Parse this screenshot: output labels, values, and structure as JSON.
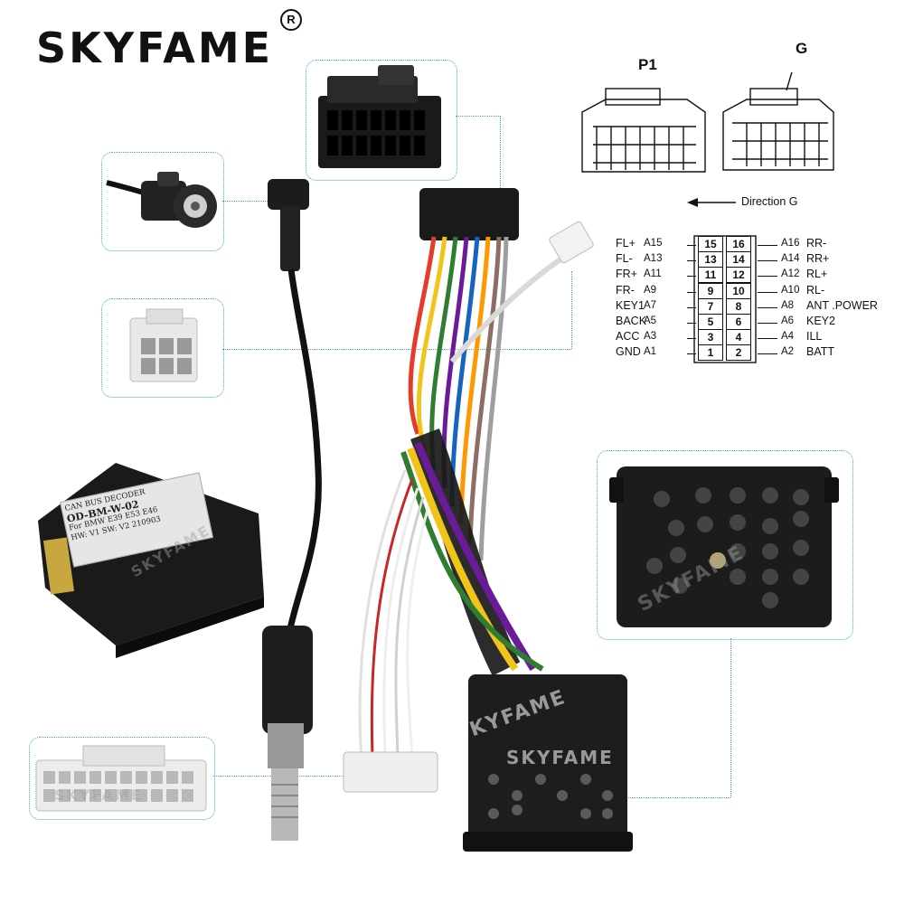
{
  "brand": {
    "name": "SKYFAME",
    "registered_mark": "R",
    "watermark": "SKYFAME"
  },
  "colors": {
    "callout_border": "#3fa6d8",
    "connector_black": "#1a1a1a",
    "connector_white": "#eeeeee"
  },
  "diagram": {
    "p1_label": "P1",
    "g_label": "G",
    "direction_label": "Direction G",
    "pins": [
      {
        "left_label": "FL+",
        "left_code": "A15",
        "left_num": "15",
        "right_num": "16",
        "right_code": "A16",
        "right_label": "RR-"
      },
      {
        "left_label": "FL-",
        "left_code": "A13",
        "left_num": "13",
        "right_num": "14",
        "right_code": "A14",
        "right_label": "RR+"
      },
      {
        "left_label": "FR+",
        "left_code": "A11",
        "left_num": "11",
        "right_num": "12",
        "right_code": "A12",
        "right_label": "RL+"
      },
      {
        "left_label": "FR-",
        "left_code": "A9",
        "left_num": "9",
        "right_num": "10",
        "right_code": "A10",
        "right_label": "RL-"
      },
      {
        "left_label": "KEY1",
        "left_code": "A7",
        "left_num": "7",
        "right_num": "8",
        "right_code": "A8",
        "right_label": "ANT .POWER"
      },
      {
        "left_label": "BACK",
        "left_code": "A5",
        "left_num": "5",
        "right_num": "6",
        "right_code": "A6",
        "right_label": "KEY2"
      },
      {
        "left_label": "ACC",
        "left_code": "A3",
        "left_num": "3",
        "right_num": "4",
        "right_code": "A4",
        "right_label": "ILL"
      },
      {
        "left_label": "GND",
        "left_code": "A1",
        "left_num": "1",
        "right_num": "2",
        "right_code": "A2",
        "right_label": "BATT"
      }
    ]
  },
  "decoder": {
    "line1": "CAN BUS DECODER",
    "line2": "OD-BM-W-02",
    "line3": "For BMW E39 E53 E46",
    "line4": "HW: V1 SW: V2 210903"
  }
}
